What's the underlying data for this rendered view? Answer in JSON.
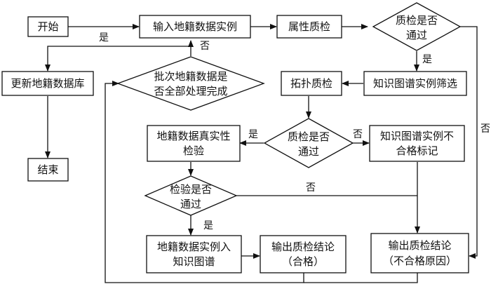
{
  "nodes": {
    "start": "开始",
    "input": "输入地籍数据实例",
    "attr_check": "属性质检",
    "attr_pass": [
      "质检是否",
      "通过"
    ],
    "update_db": "更新地籍数据库",
    "batch_done": [
      "批次地籍数据是",
      "否全部处理完成"
    ],
    "topo_check": "拓扑质检",
    "kg_filter": "知识图谱实例筛选",
    "end": "结束",
    "authenticity": [
      "地籍数据真实性",
      "检验"
    ],
    "topo_pass": [
      "质检是否",
      "通过"
    ],
    "kg_mark": [
      "知识图谱实例不",
      "合格标记"
    ],
    "verify_pass": [
      "检验是否",
      "通过"
    ],
    "to_kg": [
      "地籍数据实例入",
      "知识图谱"
    ],
    "out_pass": [
      "输出质检结论",
      "（合格）"
    ],
    "out_fail": [
      "输出质检结论",
      "（不合格原因）"
    ]
  },
  "edge_labels": {
    "yes": "是",
    "no": "否"
  },
  "colors": {
    "stroke": "#111111",
    "fill": "#ffffff"
  }
}
